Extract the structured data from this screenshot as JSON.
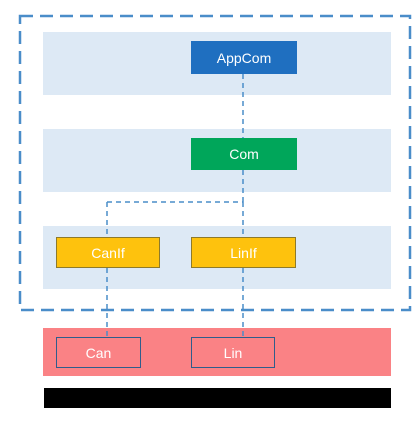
{
  "nodes": {
    "appcom": "AppCom",
    "com": "Com",
    "canif": "CanIf",
    "linif": "LinIf",
    "can": "Can",
    "lin": "Lin"
  },
  "colors": {
    "band": "#dde9f5",
    "appcom": "#1f6fc0",
    "com": "#00a65a",
    "interface": "#fec20d",
    "driver_layer": "#fa8285",
    "hardware_bar": "#000000",
    "dashed": "#4a8dc9"
  }
}
